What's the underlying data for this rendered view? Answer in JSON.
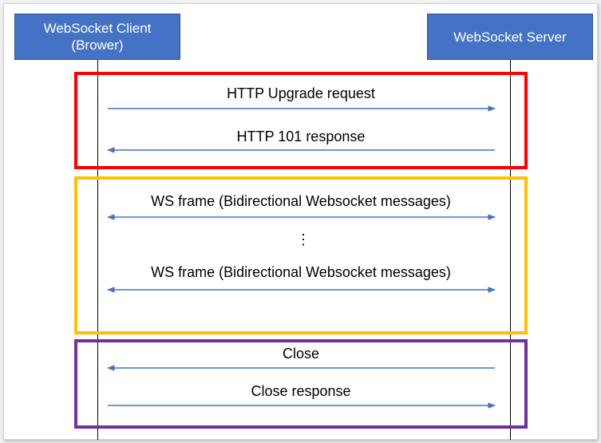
{
  "actors": {
    "client_line1": "WebSocket Client",
    "client_line2": "(Brower)",
    "server": "WebSocket Server"
  },
  "handshake": {
    "request": "HTTP Upgrade request",
    "response": "HTTP 101 response"
  },
  "data_transfer": {
    "frame_1": "WS frame (Bidirectional Websocket messages)",
    "ellipsis": "⋮",
    "frame_2": "WS frame (Bidirectional Websocket messages)"
  },
  "closing": {
    "close": "Close",
    "close_response": "Close response"
  },
  "colors": {
    "actor_fill": "#4472c4",
    "arrow": "#4472c4",
    "handshake_frame": "#ff0000",
    "data_frame": "#ffc000",
    "close_frame": "#7030a0"
  }
}
